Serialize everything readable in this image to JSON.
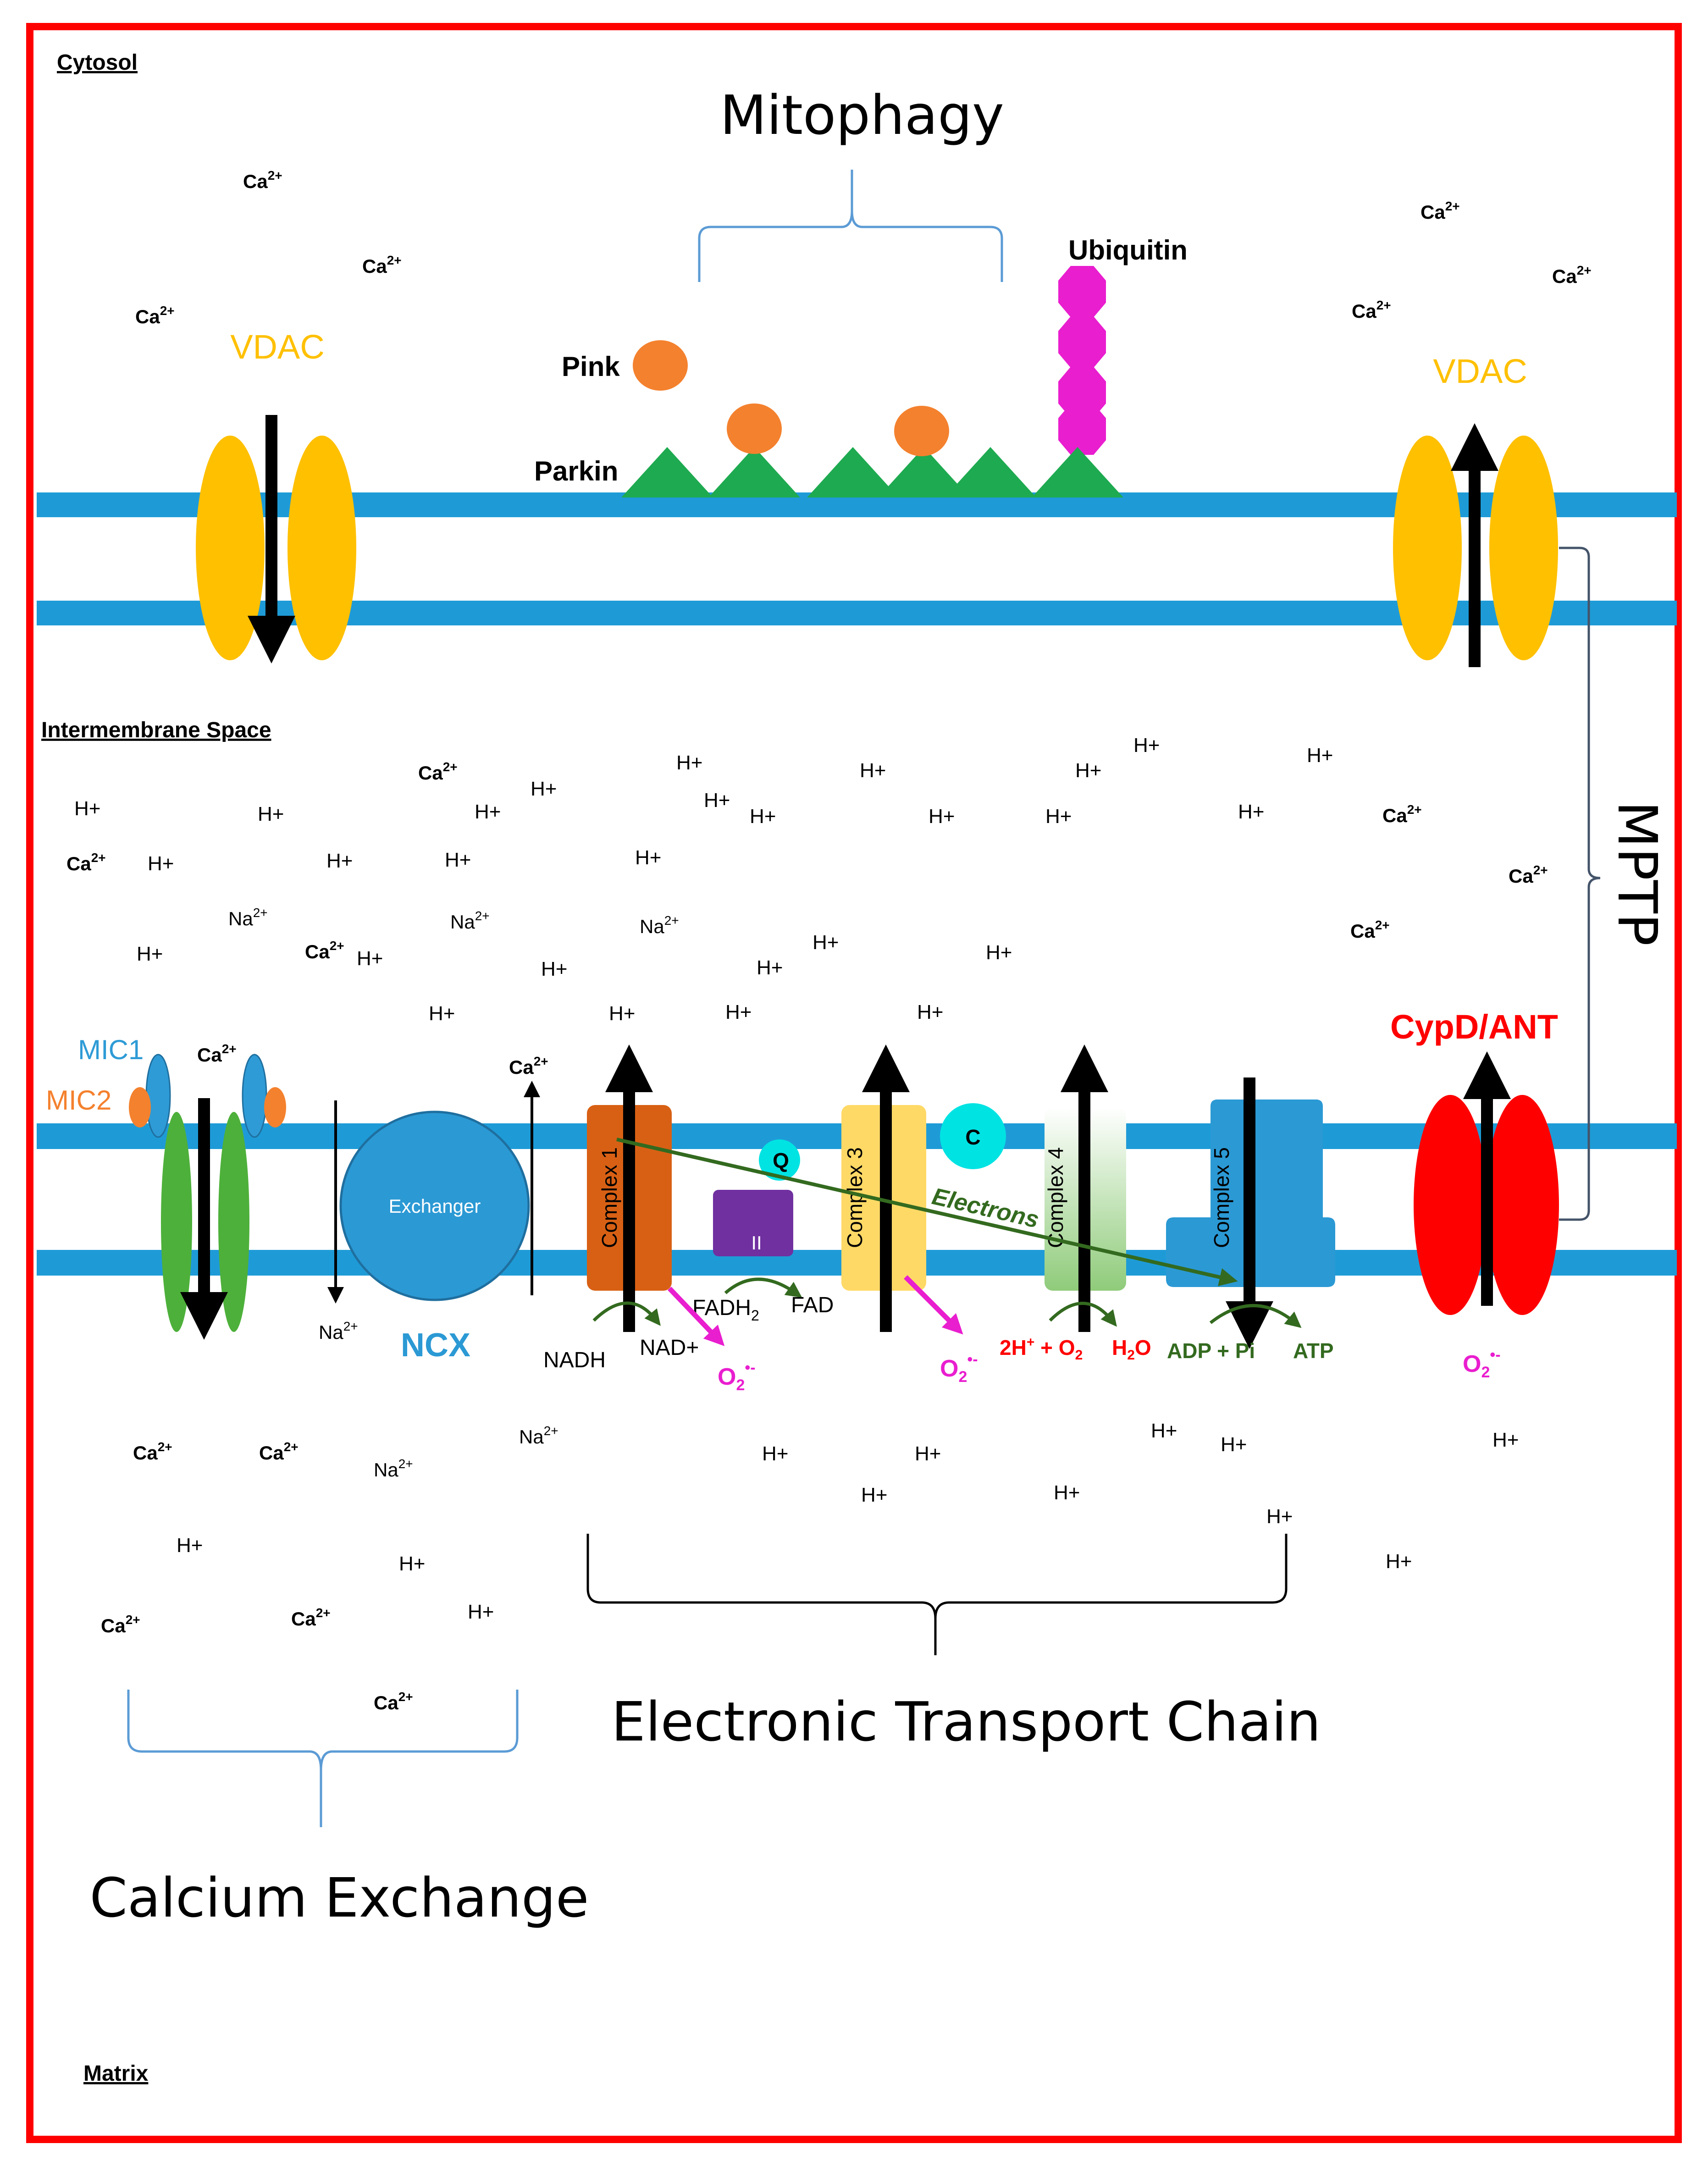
{
  "regions": {
    "cytosol": "Cytosol",
    "intermembrane": "Intermembrane Space",
    "matrix": "Matrix"
  },
  "sections": {
    "mitophagy": "Mitophagy",
    "etc": "Electronic Transport Chain",
    "calcium": "Calcium Exchange",
    "mptp": "MPTP"
  },
  "proteins": {
    "vdac_left": "VDAC",
    "vdac_right": "VDAC",
    "pink": "Pink",
    "parkin": "Parkin",
    "ubiquitin": "Ubiquitin",
    "mic1": "MIC1",
    "mic2": "MIC2",
    "exchanger": "Exchanger",
    "ncx": "NCX",
    "complex1": "Complex 1",
    "complex2": "II",
    "complex3": "Complex 3",
    "complex4": "Complex 4",
    "complex5": "Complex 5",
    "q": "Q",
    "c": "C",
    "cypd": "CypD/ANT",
    "electrons": "Electrons"
  },
  "reactions": {
    "nadh": "NADH",
    "nad": "NAD+",
    "fadh2": "FADH",
    "fadh2_sub": "2",
    "fad": "FAD",
    "water_lhs": "2H",
    "water_lhs_sup": "+",
    "water_plus": " + O",
    "water_o2_sub": "2",
    "water_h": "H",
    "water_h2_sub": "2",
    "water_o": "O",
    "adp": "ADP + Pi",
    "atp": "ATP",
    "superoxide": "O",
    "superoxide_sub": "2",
    "superoxide_sup": "•-"
  },
  "ions": {
    "ca": "Ca",
    "ca_charge": "2+",
    "na": "Na",
    "na_charge": "2+",
    "h": "H+"
  },
  "colors": {
    "membrane": "#1E9BD7",
    "vdac": "#FFC000",
    "pink": "#F4812E",
    "parkin": "#1EAA50",
    "ubiquitin": "#E91ECF",
    "mic": "#2E9BD6",
    "mic2": "#F4812E",
    "mcu": "#4DB03A",
    "complex1": "#D86014",
    "complex2": "#7030A0",
    "complex3": "#FFD966",
    "q": "#00E3E3",
    "complex4": "#8FCB7A",
    "complex5": "#2B99D4",
    "cypd": "#FF0000",
    "electrons": "#336A1F",
    "superoxide": "#E91ECF",
    "border": "#FF0000",
    "title_red": "#FF0000",
    "ncx": "#2B99D4"
  }
}
